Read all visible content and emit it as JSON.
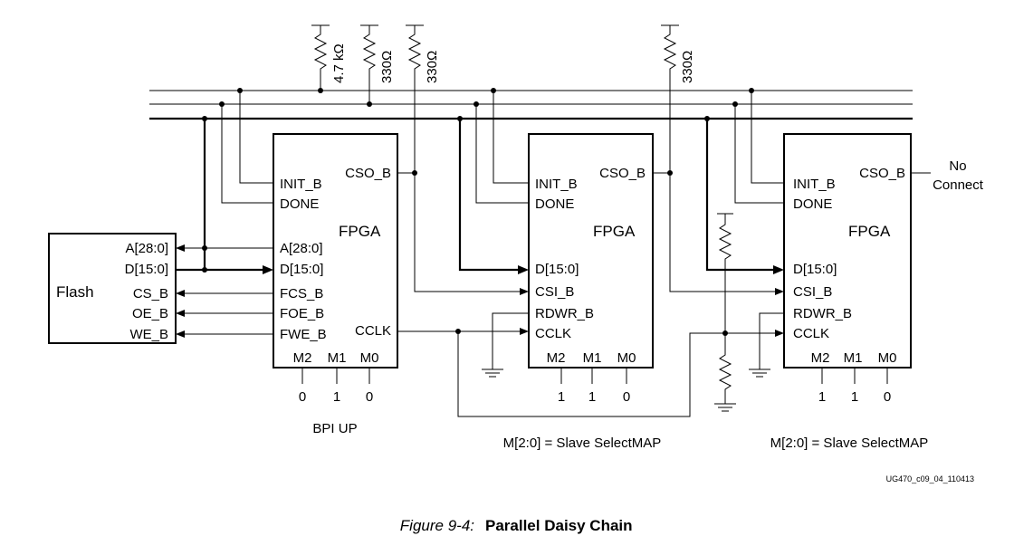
{
  "flash": {
    "label": "Flash",
    "pins": [
      "A[28:0]",
      "D[15:0]",
      "CS_B",
      "OE_B",
      "WE_B"
    ]
  },
  "fpga1": {
    "label": "FPGA",
    "pins_left": [
      "INIT_B",
      "DONE",
      "A[28:0]",
      "D[15:0]",
      "FCS_B",
      "FOE_B",
      "FWE_B"
    ],
    "pin_cso": "CSO_B",
    "pin_cclk": "CCLK",
    "mode_pins": [
      "M2",
      "M1",
      "M0"
    ],
    "mode_values": [
      "0",
      "1",
      "0"
    ],
    "mode_label": "BPI UP"
  },
  "fpga2": {
    "label": "FPGA",
    "pins_left": [
      "INIT_B",
      "DONE",
      "D[15:0]",
      "CSI_B",
      "RDWR_B",
      "CCLK"
    ],
    "pin_cso": "CSO_B",
    "mode_pins": [
      "M2",
      "M1",
      "M0"
    ],
    "mode_values": [
      "1",
      "1",
      "0"
    ],
    "mode_label": "M[2:0] = Slave SelectMAP"
  },
  "fpga3": {
    "label": "FPGA",
    "pins_left": [
      "INIT_B",
      "DONE",
      "D[15:0]",
      "CSI_B",
      "RDWR_B",
      "CCLK"
    ],
    "pin_cso": "CSO_B",
    "mode_pins": [
      "M2",
      "M1",
      "M0"
    ],
    "mode_values": [
      "1",
      "1",
      "0"
    ],
    "mode_label": "M[2:0] = Slave SelectMAP",
    "no_connect": [
      "No",
      "Connect"
    ]
  },
  "resistors": [
    "4.7 kΩ",
    "330Ω",
    "330Ω",
    "330Ω"
  ],
  "doc_id": "UG470_c09_04_110413",
  "caption": {
    "number": "Figure 9-4:",
    "title": "Parallel Daisy Chain"
  }
}
